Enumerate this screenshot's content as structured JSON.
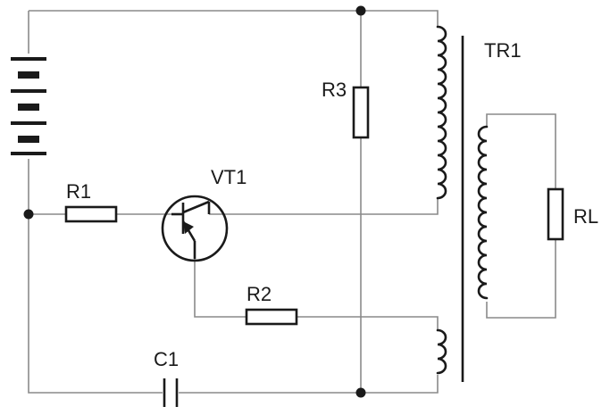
{
  "labels": {
    "r1": "R1",
    "r2": "R2",
    "r3": "R3",
    "vt1": "VT1",
    "c1": "C1",
    "tr1": "TR1",
    "rl": "RL"
  },
  "colors": {
    "wire": "#8a8a8a",
    "component": "#1a1a1a",
    "background": "#ffffff"
  }
}
